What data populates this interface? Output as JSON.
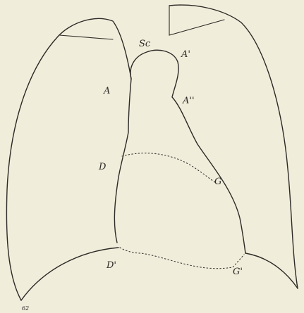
{
  "figure": {
    "labels": {
      "sc": "Sc",
      "a_left": "A",
      "a_prime": "A'",
      "a_double_prime": "A''",
      "d": "D",
      "g": "G",
      "d_prime": "D'",
      "g_prime": "G'"
    },
    "figure_number": "62"
  }
}
